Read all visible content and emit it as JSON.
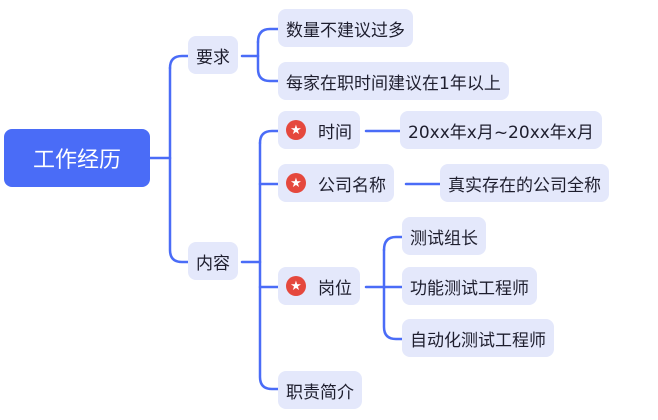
{
  "colors": {
    "root_bg": "#4a6cf7",
    "node_bg": "#e4e8fb",
    "line": "#4a6cf7",
    "marker": "#e5483d"
  },
  "marker_icon": "star-icon",
  "root": {
    "label": "工作经历"
  },
  "branches": {
    "requirements": {
      "label": "要求",
      "children": [
        {
          "label": "数量不建议过多"
        },
        {
          "label": "每家在职时间建议在1年以上"
        }
      ]
    },
    "content": {
      "label": "内容",
      "time": {
        "label": "时间",
        "child": "20xx年x月~20xx年x月"
      },
      "company": {
        "label": "公司名称",
        "child": "真实存在的公司全称"
      },
      "position": {
        "label": "岗位",
        "children": [
          "测试组长",
          "功能测试工程师",
          "自动化测试工程师"
        ]
      },
      "duties": {
        "label": "职责简介"
      }
    }
  }
}
